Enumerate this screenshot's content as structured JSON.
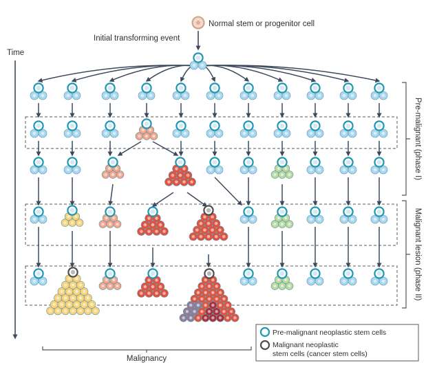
{
  "labels": {
    "normal_cell": "Normal stem or progenitor cell",
    "initial_event": "Initial transforming event",
    "time": "Time",
    "phase1": "Pre-malignant (phase I)",
    "phase2": "Malignant lesion (phase II)",
    "malignancy": "Malignancy"
  },
  "legend": {
    "premalignant": "Pre-malignant neoplastic stem cells",
    "malignant_line1": "Malignant neoplastic",
    "malignant_line2": "stem cells (cancer stem cells)"
  },
  "colors": {
    "normal_ring": "#cfa184",
    "normal_fill": "#f3d9c8",
    "premalignant_ring": "#1f97b2",
    "cancer_ring": "#4d4d4d",
    "blue_fill": "#a8d8ef",
    "peach_fill": "#f1a68b",
    "yellow_fill": "#f8d37a",
    "red_fill": "#e0533f",
    "green_fill": "#b9d99f",
    "dark_red_fill": "#a8303a",
    "purple_fill": "#8e7c99",
    "arrow": "#3c4a5c",
    "box_dash": "#555555"
  }
}
